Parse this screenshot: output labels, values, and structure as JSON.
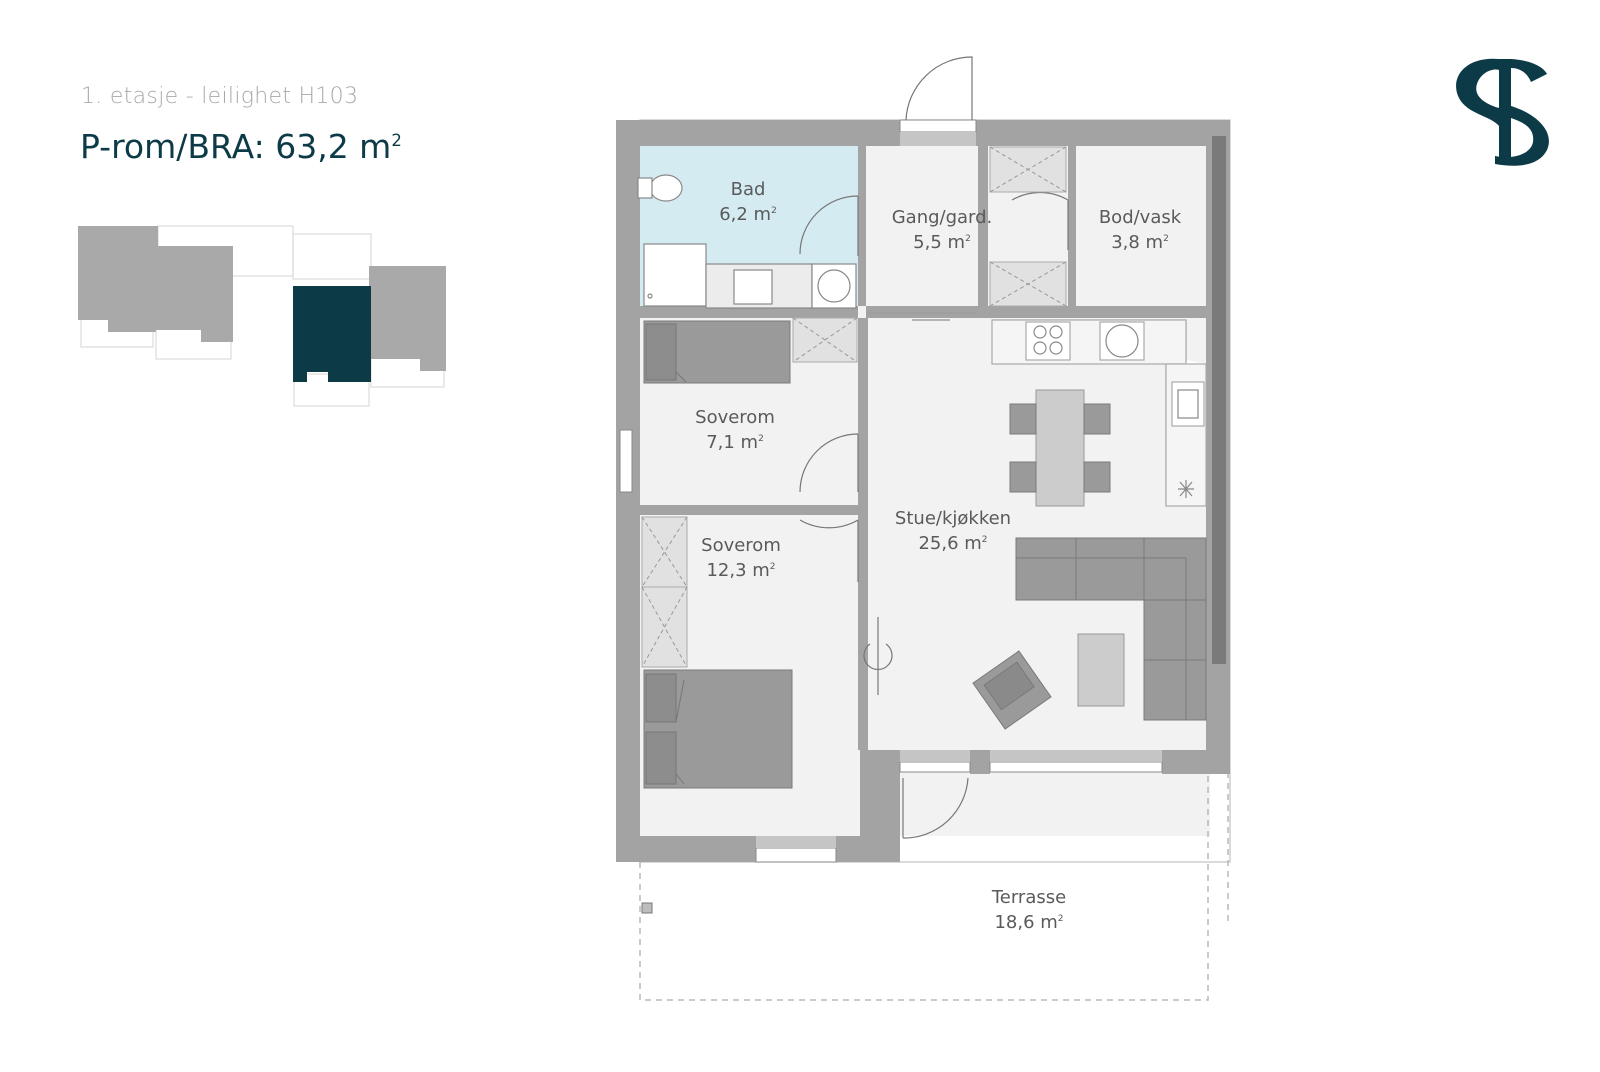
{
  "header": {
    "subtitle": "1. etasje - leilighet H103",
    "title_prefix": "P-rom/BRA: 63,2 m",
    "title_sup": "2"
  },
  "brand": {
    "logo": "s-monogram-logo",
    "color": "#0c3b47"
  },
  "colors": {
    "wall": "#a3a3a3",
    "floor": "#f2f2f2",
    "bathroom": "#d5ebf2",
    "furniture": "#9a9a9a",
    "highlight": "#0c3b47"
  },
  "rooms": [
    {
      "id": "bad",
      "name": "Bad",
      "area": "6,2 m",
      "sup": "2"
    },
    {
      "id": "gang",
      "name": "Gang/gard.",
      "area": "5,5 m",
      "sup": "2"
    },
    {
      "id": "bod",
      "name": "Bod/vask",
      "area": "3,8 m",
      "sup": "2"
    },
    {
      "id": "soverom1",
      "name": "Soverom",
      "area": "7,1 m",
      "sup": "2"
    },
    {
      "id": "stue",
      "name": "Stue/kjøkken",
      "area": "25,6 m",
      "sup": "2"
    },
    {
      "id": "soverom2",
      "name": "Soverom",
      "area": "12,3 m",
      "sup": "2"
    },
    {
      "id": "terrasse",
      "name": "Terrasse",
      "area": "18,6 m",
      "sup": "2"
    }
  ]
}
